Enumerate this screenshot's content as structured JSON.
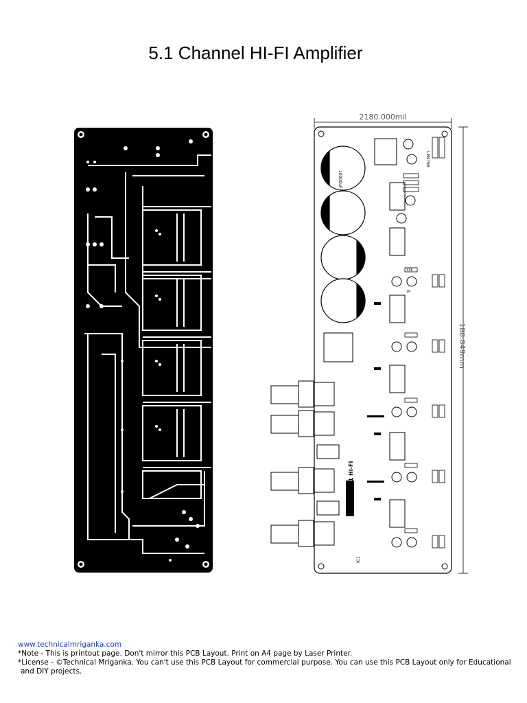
{
  "page": {
    "title": "5.1 Channel HI-FI Amplifier"
  },
  "pcb": {
    "width_dimension": "2180.000mil",
    "height_dimension": "188.849mm",
    "board_label": "DIGITAL 5.1 HI-FI",
    "caption_ic": "IC1",
    "caption_lm": "LM4766",
    "caption_cap": "10000uF",
    "caption_res": "33K",
    "caption_k1": "1K"
  },
  "footer": {
    "website": "www.technicalmriganka.com",
    "note": "*Note - This is printout page. Don't mirror this PCB Layout. Print on A4 page by Laser Printer.",
    "license": "*License - ©Technical Mriganka. You can't use this PCB Layout for commercial purpose. You can use this PCB Layout only for Educational",
    "license_cont": "and DIY projects."
  }
}
